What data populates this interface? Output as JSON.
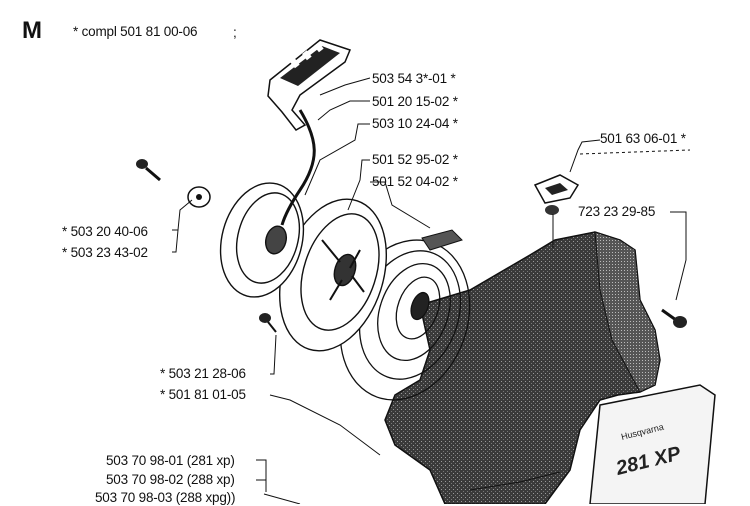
{
  "header": {
    "section_letter": "M",
    "assembly_label": "* compl 501 81 00-06",
    "assembly_suffix": ";"
  },
  "labels": {
    "handle_a": "503 54 3*-01 *",
    "handle_b": "501 20 15-02 *",
    "rope": "503 10 24-04 *",
    "cap": "501 63 06-01 *",
    "pawl_a": "501 52 95-02 *",
    "pawl_b": "501 52 04-02 *",
    "bolt_left": "* 503 20 40-06",
    "washer_left": "* 503 23 43-02",
    "bushing": "723 23 29-85",
    "screw_small": "* 503 21 28-06",
    "spring": "* 501 81 01-05",
    "cover_281": "503 70 98-01 (281 xp)",
    "cover_288": "503 70 98-02 (288 xp)",
    "cover_288g": "503 70 98-03 (288 xpg))"
  },
  "decal": {
    "brand": "Husqvarna",
    "model": "281 XP"
  }
}
